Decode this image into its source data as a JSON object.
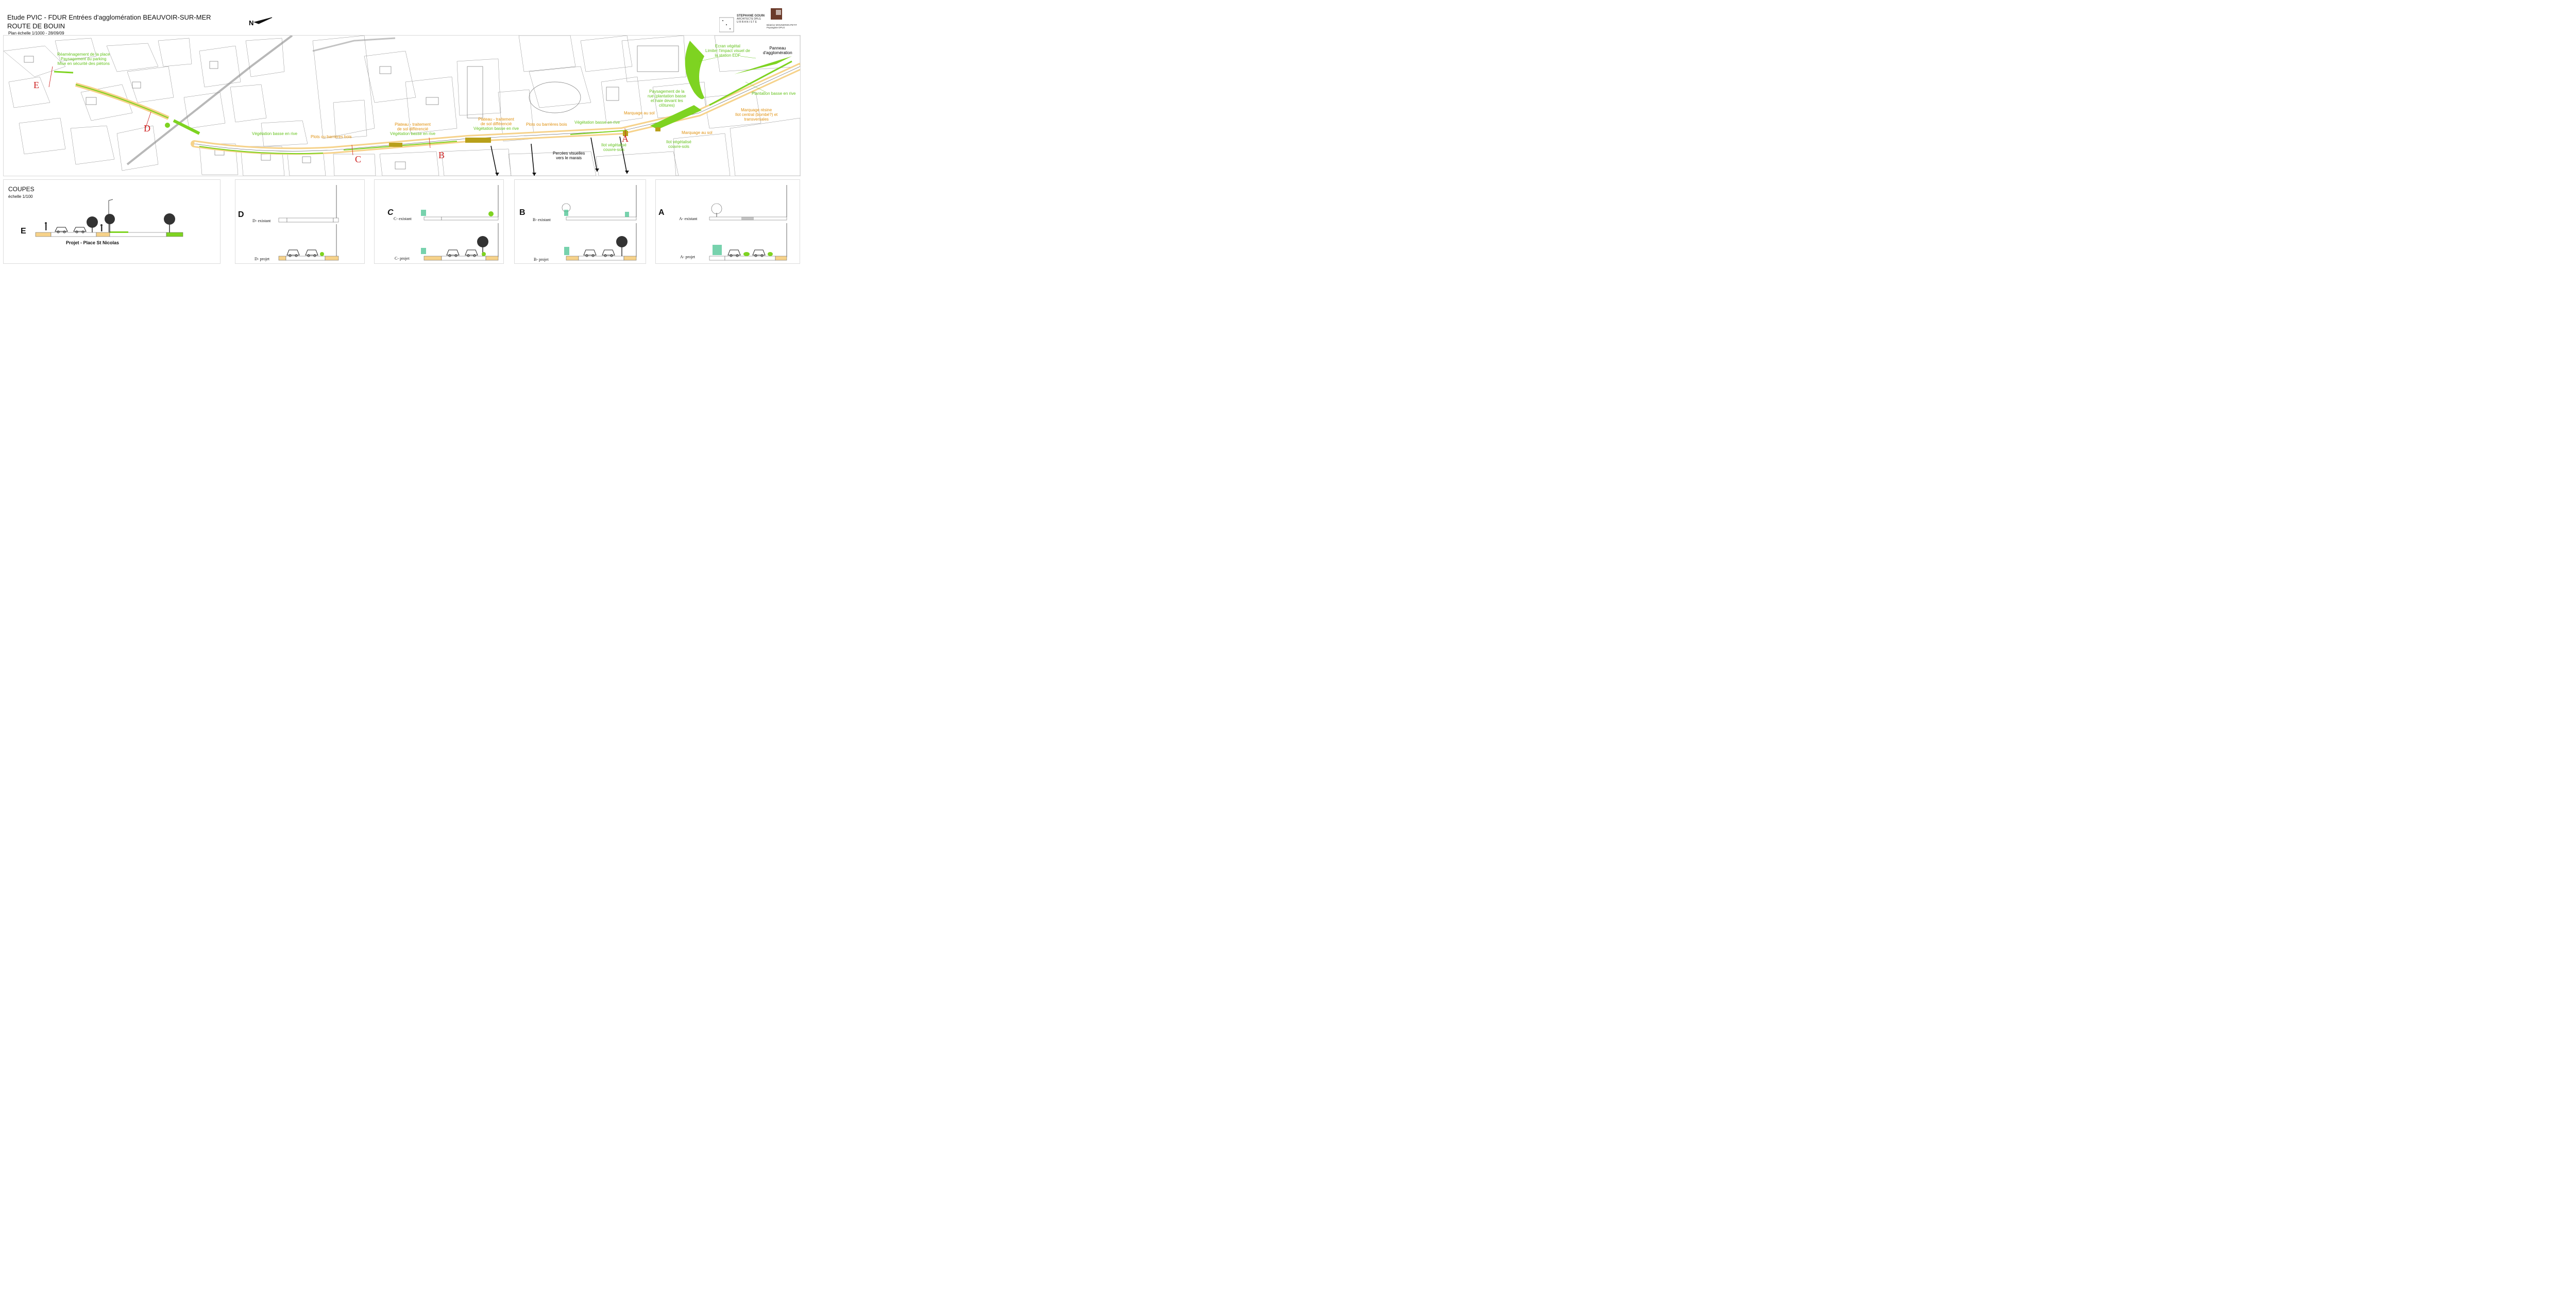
{
  "header": {
    "title_line1": "Etude PVIC - FDUR Entrées d'agglomération BEAUVOIR-SUR-MER",
    "title_line2": "ROUTE DE BOUIN",
    "scale_note": "Plan échelle 1/1000 - 28/09/09",
    "north_label": "N"
  },
  "logos": {
    "left": {
      "lines": [
        "STEPHANE GOUIN",
        "ARCHITECTE DPLG",
        "U R B A N I S T E"
      ]
    },
    "right": {
      "lines": [
        "Béatrice MOUNERON-PETIT",
        "Paysagiste DPLG"
      ]
    }
  },
  "plan": {
    "green_labels": {
      "reamenagement": "Réaménagement de la place",
      "paysagement_parking": "Paysagement du parking",
      "mise_securite": "Mise en sécurité des piétons",
      "veg_basse_left": "Végétation basse en rive",
      "plateau_c_line2": "Végétation basse en rive",
      "plateau_b_line2": "Végétation basse en rive",
      "veg_basse_right": "Végétation basse en rive",
      "ilot_a_line1": "Ilot végétalisé",
      "ilot_a_line2": "couvre-sols",
      "paysagement_rue_1": "Paysagement de la",
      "paysagement_rue_2": "rue (plantation basse",
      "paysagement_rue_3": "et haie devant les",
      "paysagement_rue_4": "clôtures)",
      "ecran_1": "Ecran végétal",
      "ecran_2": "Limiter l'impact visuel de",
      "ecran_3": "la station EDF",
      "plantation_basse": "Plantation basse en rive",
      "ilot_right_1": "Ilot végétalisé",
      "ilot_right_2": "couvre-sols"
    },
    "orange_labels": {
      "plots_left": "Plots ou barrières bois",
      "plateau_c_1": "Plateau - traitement",
      "plateau_c_2": "de sol différencié",
      "plateau_b_1": "Plateau - traitement",
      "plateau_b_2": "de sol différencié",
      "plots_right": "Plots ou barrières bois",
      "marquage_sol_1": "Marquage au sol",
      "marquage_resine_1": "Marquage résine",
      "marquage_resine_2": "Ilot central (bombé?) et",
      "marquage_resine_3": "transversales",
      "marquage_sol_2": "Marquage au sol"
    },
    "black_labels": {
      "panneau_1": "Panneau",
      "panneau_2": "d'agglomération",
      "percees_1": "Percées visuelles",
      "percees_2": "vers le marais"
    },
    "section_markers": {
      "A": "A",
      "B": "B",
      "C": "C",
      "D": "D",
      "E": "E"
    }
  },
  "coupes": {
    "title": "COUPES",
    "scale": "échelle 1/100",
    "E": {
      "letter": "E",
      "caption": "Projet - Place St Nicolas"
    },
    "D": {
      "letter": "D",
      "existant": "D- existant",
      "projet": "D- projet"
    },
    "C": {
      "letter": "C",
      "existant": "C- existant",
      "projet": "C- projet"
    },
    "B": {
      "letter": "B",
      "existant": "B- existant",
      "projet": "B- projet"
    },
    "A": {
      "letter": "A",
      "existant": "A- existant",
      "projet": "A- projet"
    }
  },
  "colors": {
    "vegetation_green": "#7ed321",
    "label_green": "#63c21a",
    "sidewalk_sand": "#f6d28a",
    "plateau_olive": "#b8a01a",
    "label_orange": "#e0900e",
    "marker_red": "#cc1d1d",
    "cadastre_line": "#555555"
  }
}
